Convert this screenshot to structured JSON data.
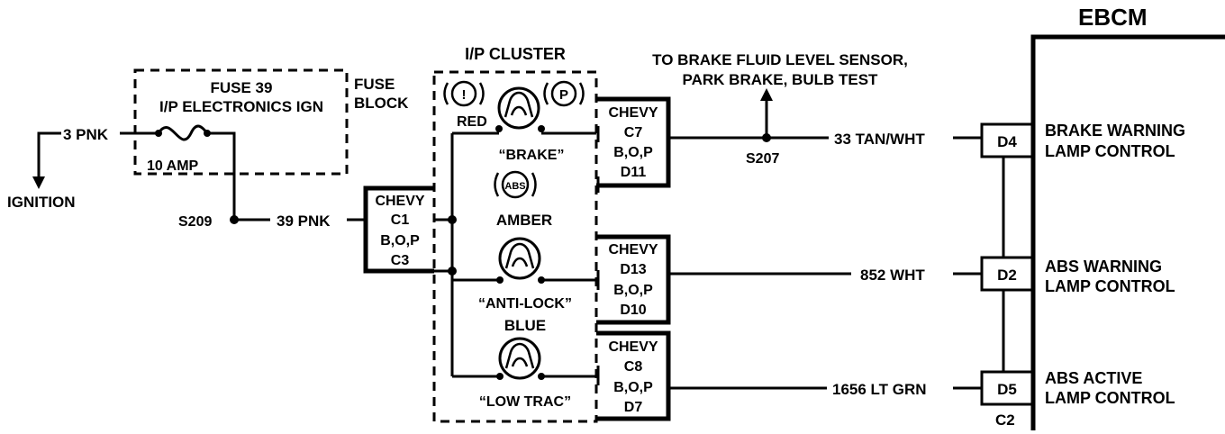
{
  "ebcm_title": "EBCM",
  "ip_cluster_title": "I/P CLUSTER",
  "brake_sensor_note": {
    "line1": "TO BRAKE FLUID LEVEL SENSOR,",
    "line2": "PARK BRAKE, BULB TEST"
  },
  "fuse": {
    "name": "FUSE 39",
    "circuit": "I/P ELECTRONICS IGN",
    "rating": "10 AMP"
  },
  "fuse_block_label": {
    "line1": "FUSE",
    "line2": "BLOCK"
  },
  "ignition_label": "IGNITION",
  "wires": {
    "pnk_3": "3 PNK",
    "pnk_39": "39 PNK",
    "tan_wht_33": "33 TAN/WHT",
    "wht_852": "852 WHT",
    "lt_grn_1656": "1656 LT GRN"
  },
  "splices": {
    "s209": "S209",
    "s207": "S207"
  },
  "connectors": {
    "c1": {
      "l1": "CHEVY",
      "l2": "C1",
      "l3": "B,O,P",
      "l4": "C3"
    },
    "c7": {
      "l1": "CHEVY",
      "l2": "C7",
      "l3": "B,O,P",
      "l4": "D11"
    },
    "d13": {
      "l1": "CHEVY",
      "l2": "D13",
      "l3": "B,O,P",
      "l4": "D10"
    },
    "c8": {
      "l1": "CHEVY",
      "l2": "C8",
      "l3": "B,O,P",
      "l4": "D7"
    }
  },
  "lamps": {
    "brake": {
      "color": "RED",
      "name": "“BRAKE”",
      "sym_left": "!",
      "sym_right": "P"
    },
    "antilock": {
      "color": "AMBER",
      "name": "“ANTI-LOCK”",
      "sym": "ABS"
    },
    "lowtrac": {
      "color": "BLUE",
      "name": "“LOW TRAC”"
    }
  },
  "ebcm_pins": {
    "d4": {
      "pin": "D4",
      "l1": "BRAKE WARNING",
      "l2": "LAMP CONTROL"
    },
    "d2": {
      "pin": "D2",
      "l1": "ABS WARNING",
      "l2": "LAMP CONTROL"
    },
    "d5": {
      "pin": "D5",
      "l1": "ABS ACTIVE",
      "l2": "LAMP CONTROL"
    },
    "connector": "C2"
  }
}
